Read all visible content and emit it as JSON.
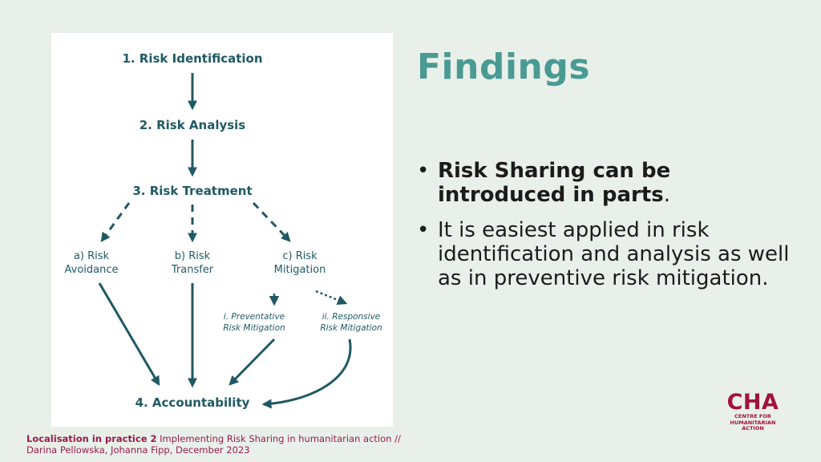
{
  "slide": {
    "title": "Findings",
    "bullets": [
      {
        "strong": "Risk Sharing can be introduced in parts",
        "rest": "."
      },
      {
        "strong": "",
        "rest": "It is easiest applied in risk identification and analysis as well as in preventive risk mitigation."
      }
    ],
    "citation": {
      "strong": "Localisation in practice 2",
      "line1": " Implementing Risk Sharing in humanitarian action //",
      "line2": "Darina Pellowska, Johanna Fipp, December 2023"
    },
    "logo": {
      "wordmark": "CHA",
      "lines": [
        "CENTRE FOR",
        "HUMANITARIAN",
        "ACTION"
      ]
    }
  },
  "diagram": {
    "step1": "1. Risk Identification",
    "step2": "2. Risk Analysis",
    "step3": "3. Risk Treatment",
    "a": [
      "a) Risk",
      "Avoidance"
    ],
    "b": [
      "b) Risk",
      "Transfer"
    ],
    "c": [
      "c) Risk",
      "Mitigation"
    ],
    "ci": [
      "i. Preventative",
      "Risk Mitigation"
    ],
    "cii": [
      "ii. Responsive",
      "Risk Mitigation"
    ],
    "step4": "4. Accountability",
    "color": "#1f5963"
  },
  "colors": {
    "background": "#e9f0e9",
    "title": "#4a9a94",
    "citation": "#9b1b4a",
    "logo": "#a3123f"
  }
}
